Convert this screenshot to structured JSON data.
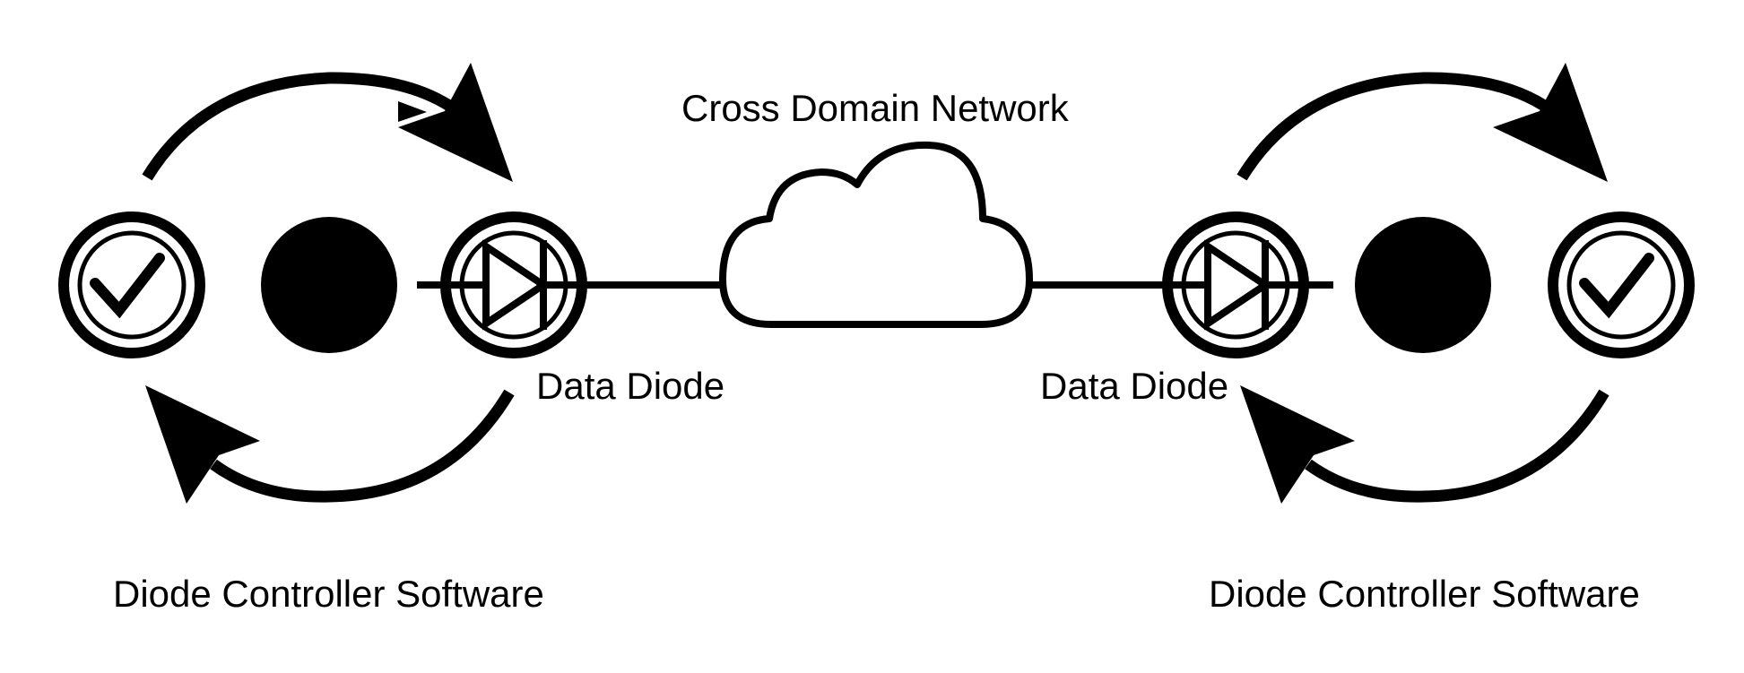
{
  "labels": {
    "network": "Cross Domain Network",
    "diode_left": "Data Diode",
    "diode_right": "Data Diode",
    "controller_left": "Diode Controller Software",
    "controller_right": "Diode Controller Software"
  },
  "icons": {
    "check": "check-circle-icon",
    "node": "filled-circle-icon",
    "diode": "diode-symbol-icon",
    "cloud": "cloud-icon",
    "cycle_arrow": "curved-arrow-icon"
  },
  "colors": {
    "stroke": "#000000",
    "background": "#ffffff"
  }
}
